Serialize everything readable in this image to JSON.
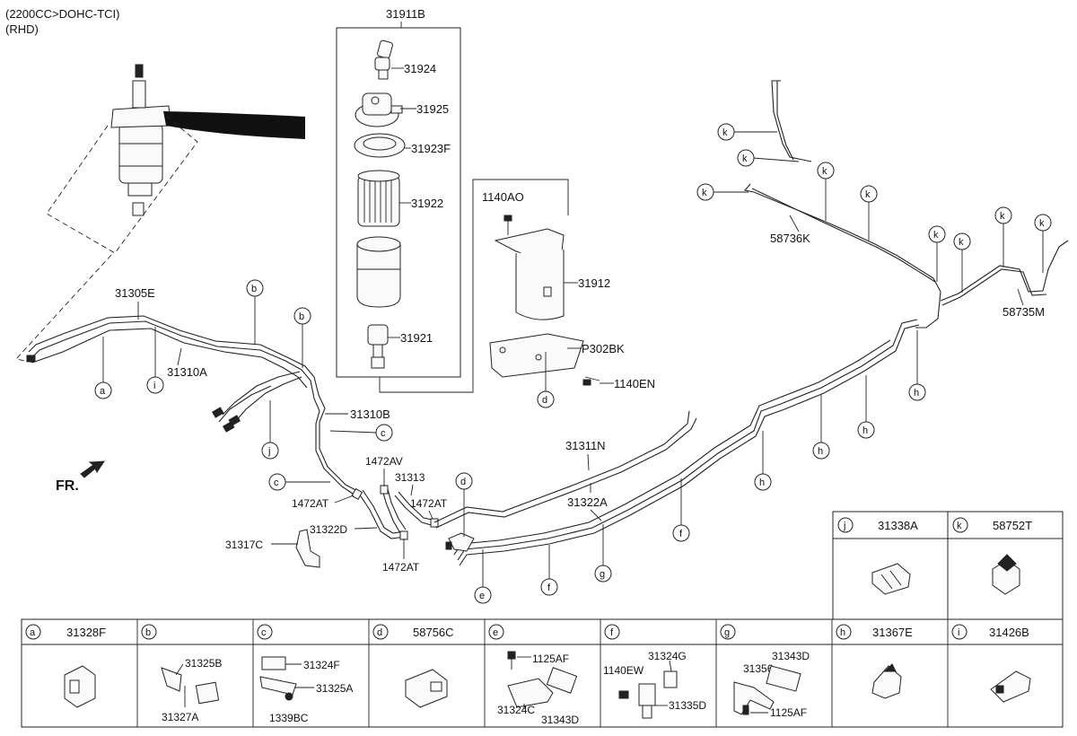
{
  "header": {
    "engine": "(2200CC>DOHC-TCI)",
    "drive": "(RHD)"
  },
  "fr_label": "FR.",
  "callouts": {
    "p31911B": "31911B",
    "p31924": "31924",
    "p31925": "31925",
    "p31923F": "31923F",
    "p31922": "31922",
    "p31921": "31921",
    "p1140AO": "1140AO",
    "p31912": "31912",
    "pP302BK": "P302BK",
    "p1140EN": "1140EN",
    "p31305E": "31305E",
    "p31310A": "31310A",
    "p31310B": "31310B",
    "p1472AV": "1472AV",
    "p31313": "31313",
    "p1472AT_a": "1472AT",
    "p1472AT_b": "1472AT",
    "p1472AT_c": "1472AT",
    "p31322D": "31322D",
    "p31317C": "31317C",
    "p31311N": "31311N",
    "p31322A": "31322A",
    "p58736K": "58736K",
    "p58735M": "58735M"
  },
  "letters": {
    "a": "a",
    "b": "b",
    "c": "c",
    "d": "d",
    "e": "e",
    "f": "f",
    "g": "g",
    "h": "h",
    "i": "i",
    "j": "j",
    "k": "k"
  },
  "legend_bottom": [
    {
      "letter": "a",
      "part": "31328F",
      "subs": []
    },
    {
      "letter": "b",
      "part": "",
      "subs": [
        "31325B",
        "31327A"
      ]
    },
    {
      "letter": "c",
      "part": "",
      "subs": [
        "31324F",
        "31325A",
        "1339BC"
      ]
    },
    {
      "letter": "d",
      "part": "58756C",
      "subs": []
    },
    {
      "letter": "e",
      "part": "",
      "subs": [
        "1125AF",
        "31324C",
        "31343D"
      ]
    },
    {
      "letter": "f",
      "part": "",
      "subs": [
        "31324G",
        "1140EW",
        "31335D"
      ]
    },
    {
      "letter": "g",
      "part": "",
      "subs": [
        "31343D",
        "31356",
        "1125AF"
      ]
    },
    {
      "letter": "h",
      "part": "31367E",
      "subs": []
    },
    {
      "letter": "i",
      "part": "31426B",
      "subs": []
    }
  ],
  "legend_top": [
    {
      "letter": "j",
      "part": "31338A"
    },
    {
      "letter": "k",
      "part": "58752T"
    }
  ]
}
